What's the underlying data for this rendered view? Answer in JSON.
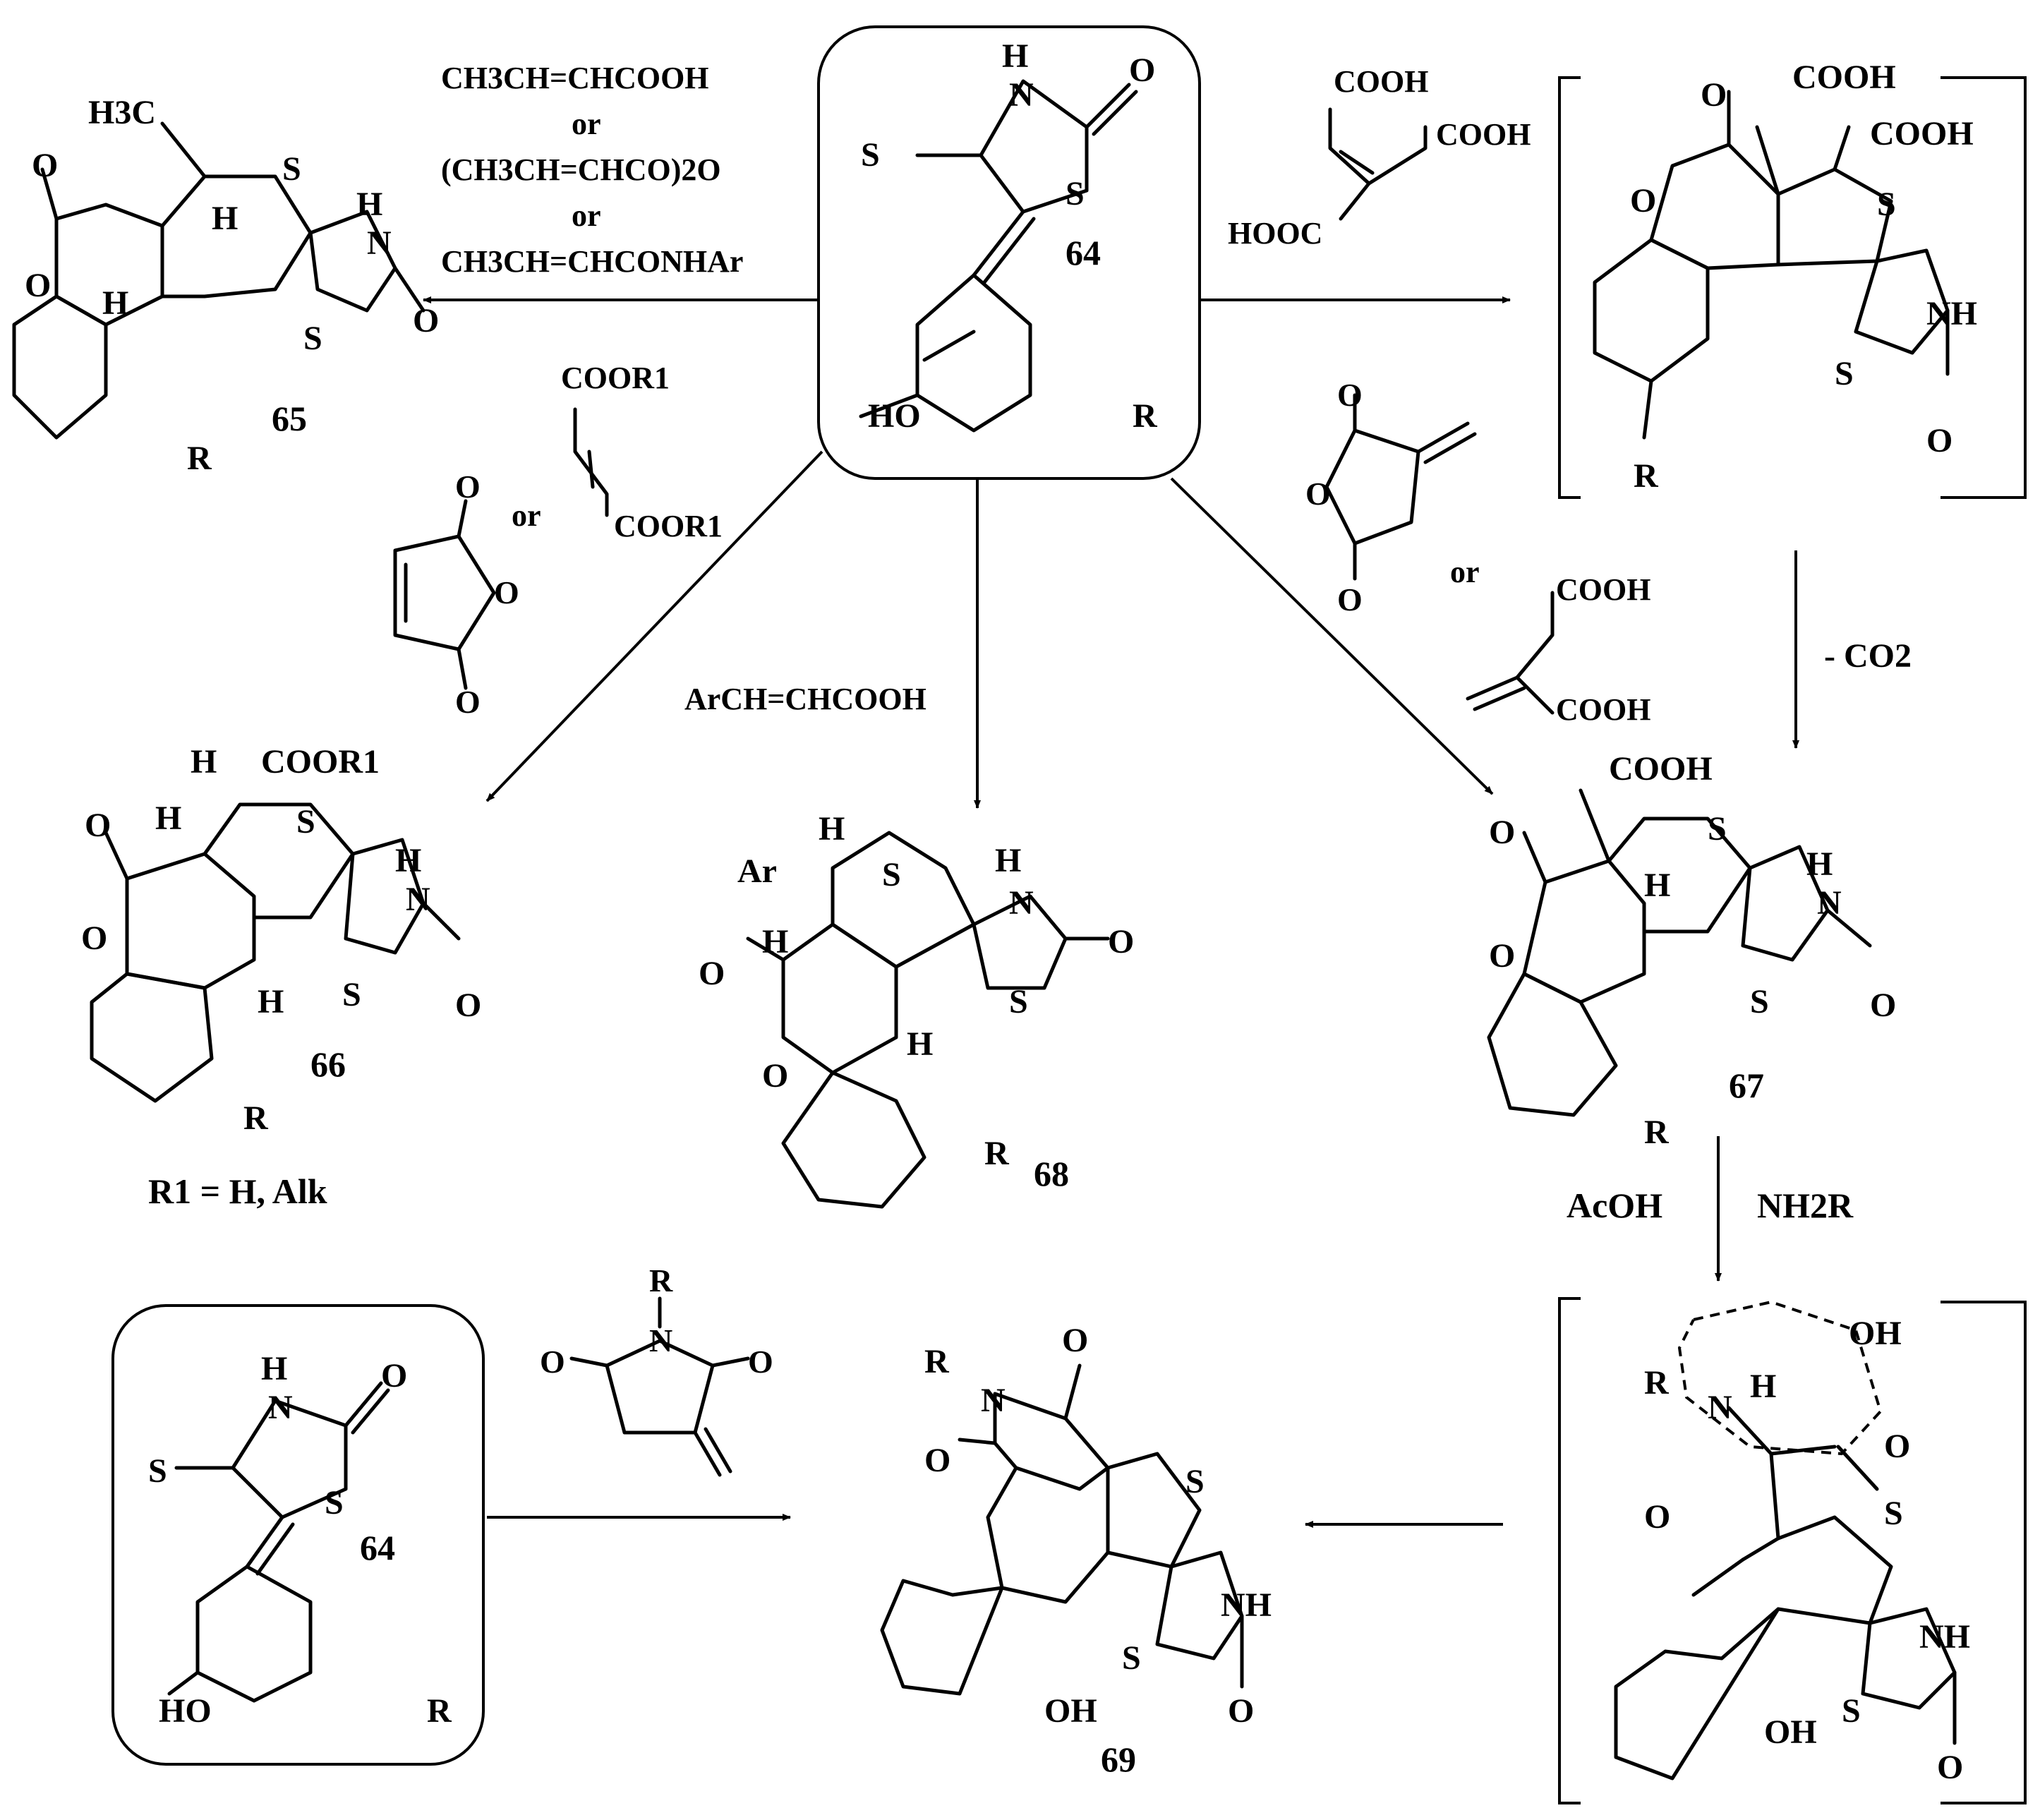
{
  "compounds": {
    "c64": "64",
    "c65": "65",
    "c66": "66",
    "c67": "67",
    "c68": "68",
    "c69": "69",
    "c64b": "64"
  },
  "reagents": {
    "crotonic_acid": "CH3CH=CHCOOH",
    "or_1": "or",
    "crotonic_anhydride": "(CH3CH=CHCO)2O",
    "or_2": "or",
    "crotonamide": "CH3CH=CHCONHAr",
    "aconitic_cooh_top": "COOH",
    "aconitic_cooh_right": "COOH",
    "aconitic_hooc": "HOOC",
    "fumarate_top": "COOR1",
    "fumarate_bottom": "COOR1",
    "or_maleic": "or",
    "cinnamic_acid": "ArCH=CHCOOH",
    "or_itaconic": "or",
    "itaconic_cooh_top": "COOH",
    "itaconic_cooh_bottom": "COOH",
    "decarboxylation": "- CO2",
    "acoh": "AcOH",
    "amine": "NH2R"
  },
  "notes": {
    "r1_definition": "R1 = H, Alk"
  },
  "atoms": {
    "H": "H",
    "O": "O",
    "S": "S",
    "N": "N",
    "R": "R",
    "NH": "NH",
    "HO": "HO",
    "OH": "OH",
    "COOH": "COOH",
    "COOR1": "COOR1",
    "H3C": "H3C",
    "Ar": "Ar"
  }
}
